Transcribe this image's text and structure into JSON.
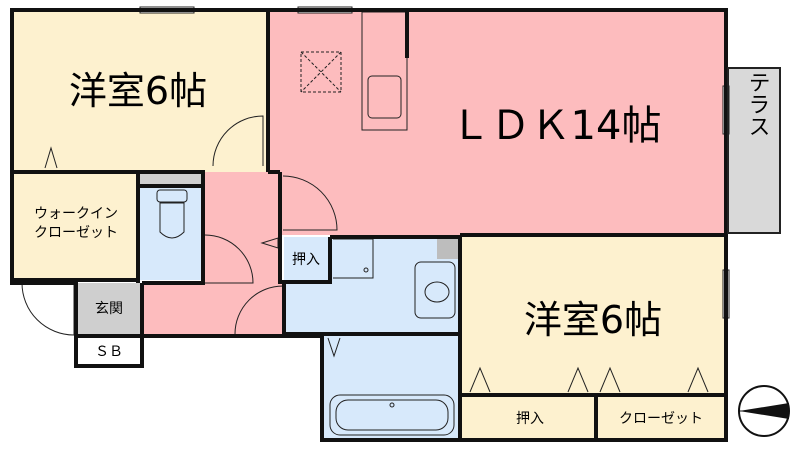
{
  "rooms": {
    "western_room_top_left": "洋室6帖",
    "ldk": "ＬＤＫ14帖",
    "western_room_bottom_right": "洋室6帖",
    "walk_in_closet_line1": "ウォークイン",
    "walk_in_closet_line2": "クローゼット",
    "entrance": "玄関",
    "shoe_box": "ＳＢ",
    "storage_center": "押入",
    "storage_bottom": "押入",
    "closet_bottom": "クローゼット",
    "terrace": "テラス"
  },
  "colors": {
    "western_room": "#fdf1cf",
    "ldk": "#fdbcbe",
    "wet_area": "#d7e9fb",
    "gray_area": "#cfcfcf",
    "terrace": "#d9d9d9",
    "wall": "#111111"
  },
  "compass": {
    "icon": "north-arrow-icon"
  }
}
